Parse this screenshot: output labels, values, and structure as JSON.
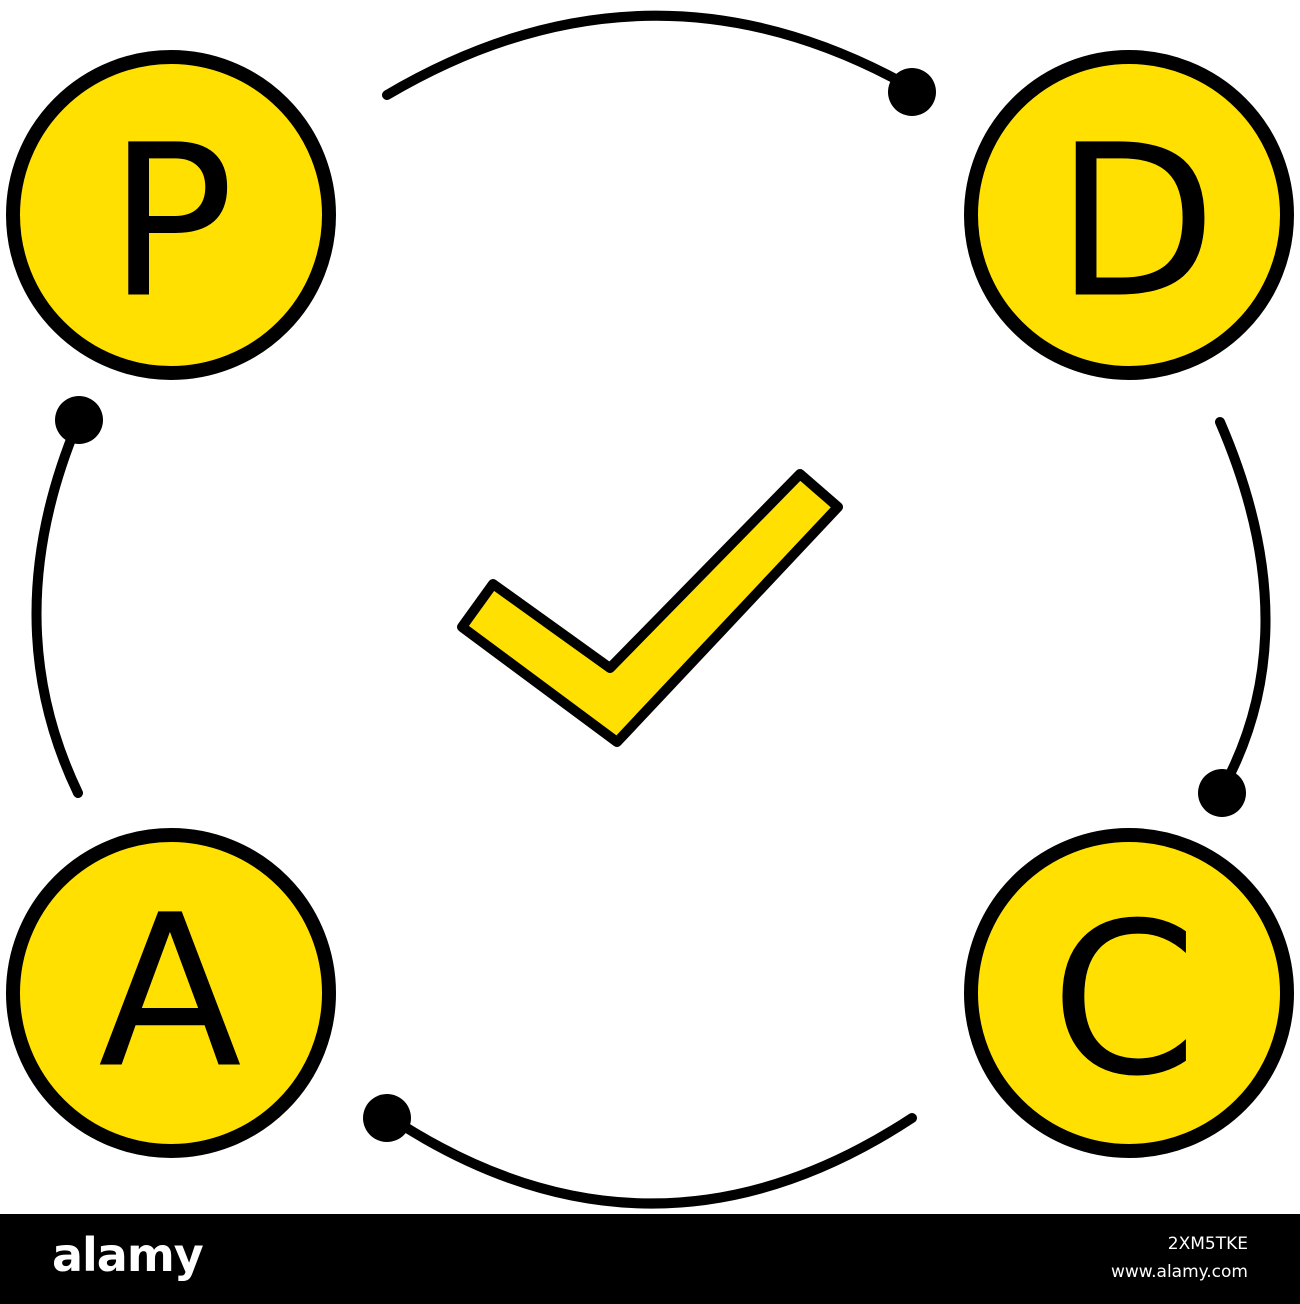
{
  "diagram": {
    "nodes": [
      {
        "letter": "P"
      },
      {
        "letter": "D"
      },
      {
        "letter": "C"
      },
      {
        "letter": "A"
      }
    ],
    "center_icon": "checkmark-icon"
  },
  "colors": {
    "fill": "#FFE000",
    "outline": "#000000",
    "background": "#FFFFFF"
  },
  "footer": {
    "logo": "alamy",
    "image_id": "2XM5TKE",
    "url": "www.alamy.com"
  }
}
